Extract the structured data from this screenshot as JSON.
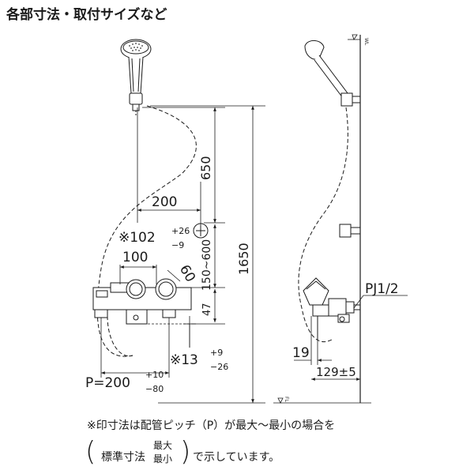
{
  "title": "各部寸法・取付サイズなど",
  "dimensions": {
    "d200": "200",
    "d102": "※102",
    "d102_plus": "+26",
    "d102_minus": "−9",
    "d100": "100",
    "d60": "60",
    "d650": "650",
    "d150_600": "150~600",
    "d47": "47",
    "d1650": "1650",
    "d13": "※13",
    "d13_plus": "+9",
    "d13_minus": "−26",
    "pitch": "P=200",
    "pitch_plus": "+10",
    "pitch_minus": "−80",
    "d19": "19",
    "d129": "129±5",
    "pj": "PJ1/2",
    "wl": "WL",
    "fl": "FL"
  },
  "notes": {
    "line1": "※印寸法は配管ピッチ（P）が最大～最小の場合を",
    "std": "標準寸法",
    "max": "最大",
    "min": "最小",
    "line2": "で示しています。"
  }
}
